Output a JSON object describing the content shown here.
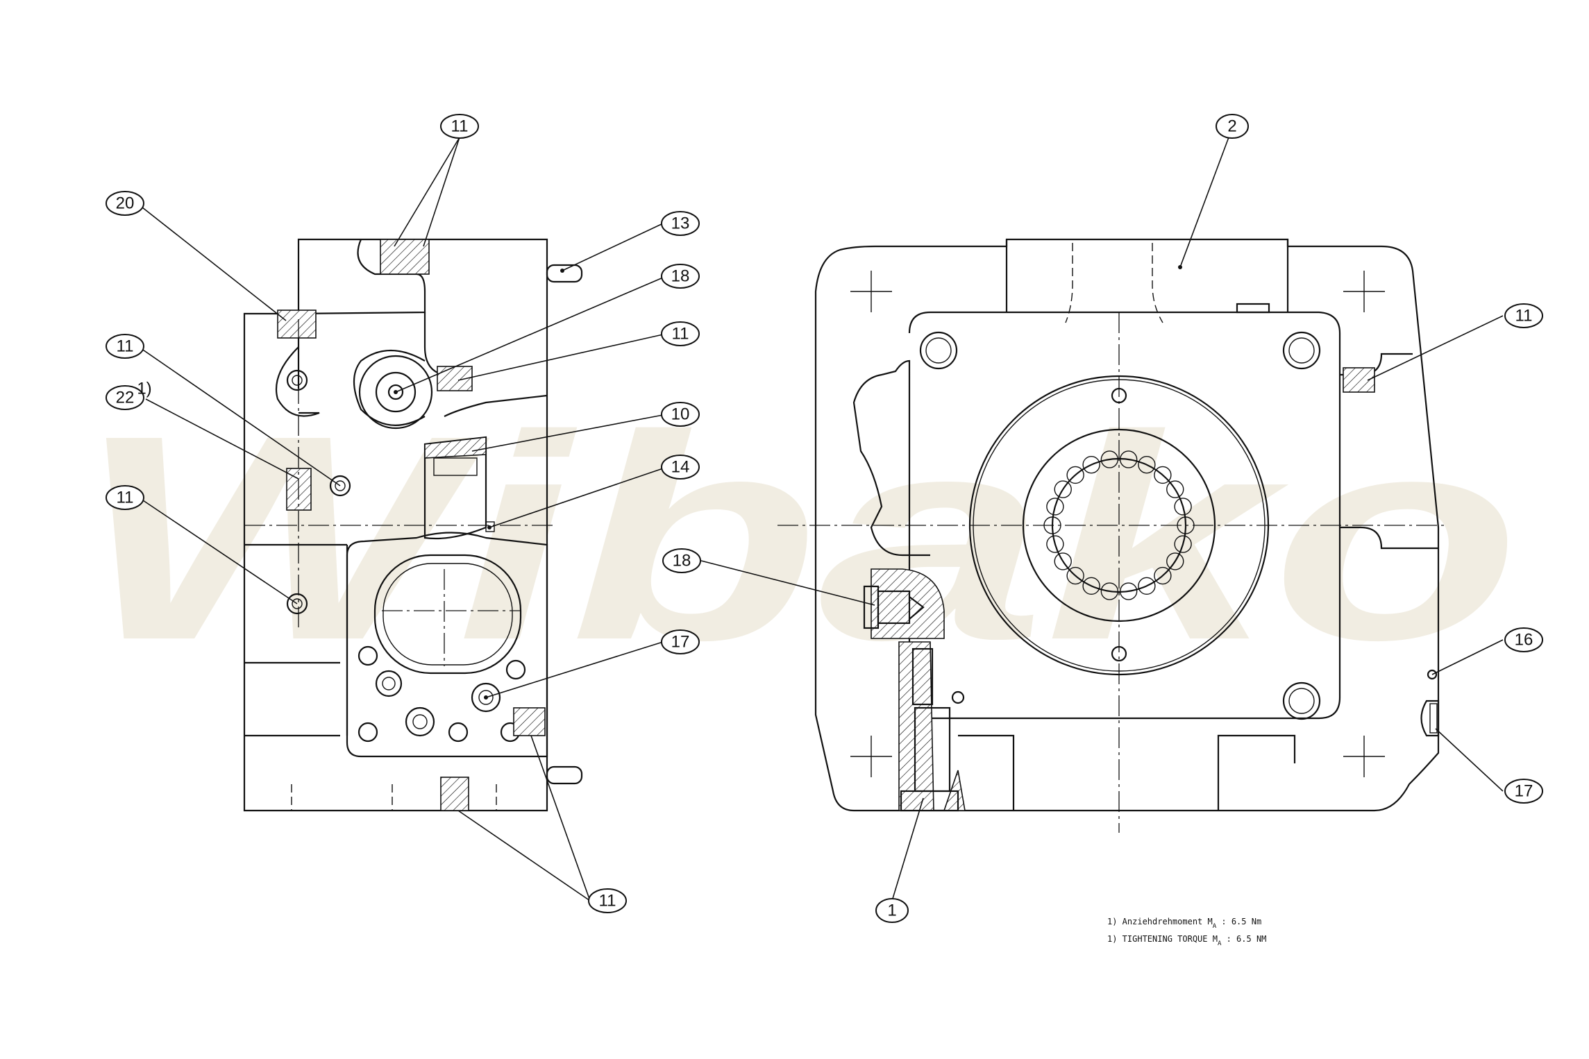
{
  "watermark": "Wibako",
  "left_view": {
    "callouts": [
      {
        "id": "L-11a",
        "label": "11"
      },
      {
        "id": "L-20",
        "label": "20"
      },
      {
        "id": "L-13",
        "label": "13"
      },
      {
        "id": "L-18",
        "label": "18"
      },
      {
        "id": "L-11b",
        "label": "11"
      },
      {
        "id": "L-11c",
        "label": "11"
      },
      {
        "id": "L-10",
        "label": "10"
      },
      {
        "id": "L-22",
        "label": "22",
        "superscript": "1)"
      },
      {
        "id": "L-14",
        "label": "14"
      },
      {
        "id": "L-11d",
        "label": "11"
      },
      {
        "id": "L-17",
        "label": "17"
      },
      {
        "id": "L-11e",
        "label": "11"
      }
    ]
  },
  "right_view": {
    "callouts": [
      {
        "id": "R-2",
        "label": "2"
      },
      {
        "id": "R-11",
        "label": "11"
      },
      {
        "id": "R-18",
        "label": "18"
      },
      {
        "id": "R-16",
        "label": "16"
      },
      {
        "id": "R-17",
        "label": "17"
      },
      {
        "id": "R-1",
        "label": "1"
      }
    ]
  },
  "notes": {
    "line1_prefix": "1) Anziehdrehmoment M",
    "line1_sub": "A",
    "line1_suffix": " : 6.5 Nm",
    "line2_prefix": "1) TIGHTENING TORQUE M",
    "line2_sub": "A",
    "line2_suffix": " : 6.5 NM"
  }
}
